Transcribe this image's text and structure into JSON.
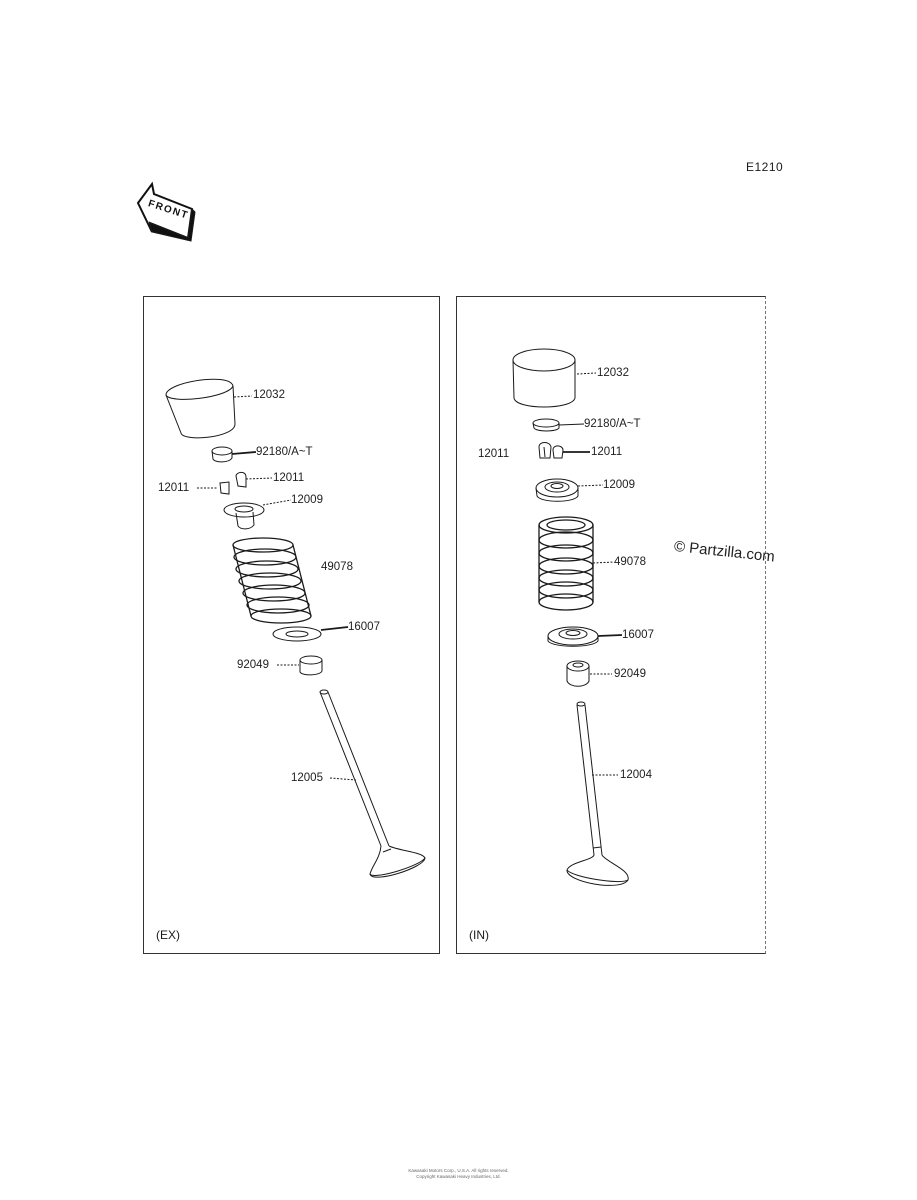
{
  "diagram_code": "E1210",
  "front_arrow_label": "FRONT",
  "watermark": "© Partzilla.com",
  "exhaust": {
    "panel_label": "(EX)",
    "parts": {
      "lifter": "12032",
      "shim": "92180/A~T",
      "retainer": "12009",
      "cotter_right": "12011",
      "cotter_left": "12011",
      "spring": "49078",
      "spring_seat": "16007",
      "seal": "92049",
      "valve": "12005"
    }
  },
  "intake": {
    "panel_label": "(IN)",
    "parts": {
      "lifter": "12032",
      "shim": "92180/A~T",
      "cotter_left": "12011",
      "cotter_right": "12011",
      "retainer": "12009",
      "spring": "49078",
      "spring_seat": "16007",
      "seal": "92049",
      "valve": "12004"
    }
  },
  "footer": {
    "line1": "Kawasaki Motors Corp., U.S.A. All rights reserved.",
    "line2": "Copyright Kawasaki Heavy Industries, Ltd."
  }
}
